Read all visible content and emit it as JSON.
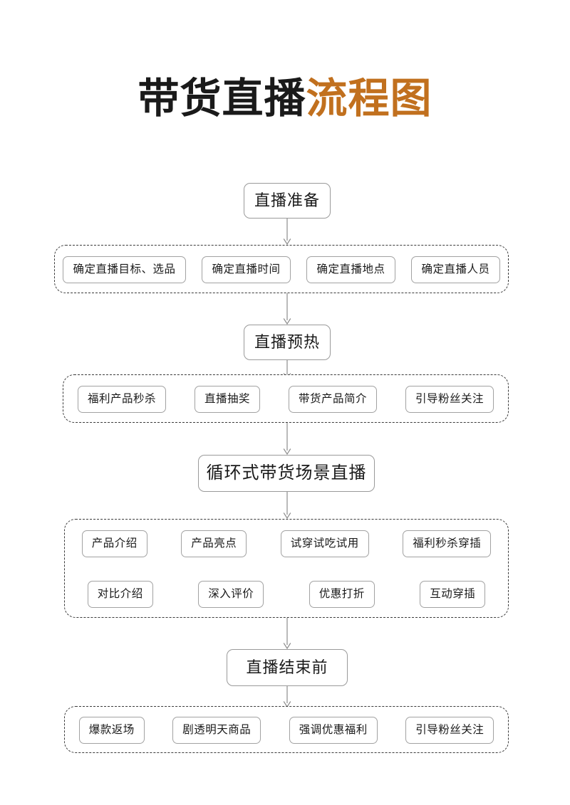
{
  "title": {
    "text_dark": "带货直播",
    "text_accent": "流程图",
    "accent_color": "#c1701e",
    "full": "带货直播流程图"
  },
  "theme": {
    "background": "#ffffff",
    "text_color": "#1a1a1a",
    "node_border": "#9a9a9a",
    "item_border": "#a2a2a2",
    "group_border": "#3a3a3a",
    "connector_color": "#8c8c8c"
  },
  "flow": {
    "stages": [
      {
        "id": "prep",
        "label": "直播准备"
      },
      {
        "id": "warmup",
        "label": "直播预热"
      },
      {
        "id": "looping",
        "label": "循环式带货场景直播"
      },
      {
        "id": "ending",
        "label": "直播结束前"
      }
    ],
    "groups": [
      {
        "id": "prep-group",
        "rows": [
          [
            "确定直播目标、选品",
            "确定直播时间",
            "确定直播地点",
            "确定直播人员"
          ]
        ]
      },
      {
        "id": "warmup-group",
        "rows": [
          [
            "福利产品秒杀",
            "直播抽奖",
            "带货产品简介",
            "引导粉丝关注"
          ]
        ]
      },
      {
        "id": "looping-group",
        "rows": [
          [
            "产品介绍",
            "产品亮点",
            "试穿试吃试用",
            "福利秒杀穿插"
          ],
          [
            "对比介绍",
            "深入评价",
            "优惠打折",
            "互动穿插"
          ]
        ]
      },
      {
        "id": "ending-group",
        "rows": [
          [
            "爆款返场",
            "剧透明天商品",
            "强调优惠福利",
            "引导粉丝关注"
          ]
        ]
      }
    ],
    "connectors": [
      {
        "from": "prep",
        "to": "prep-group"
      },
      {
        "from": "prep-group",
        "to": "warmup"
      },
      {
        "from": "warmup",
        "to": "warmup-group"
      },
      {
        "from": "warmup-group",
        "to": "looping"
      },
      {
        "from": "looping",
        "to": "looping-group"
      },
      {
        "from": "looping-group",
        "to": "ending"
      },
      {
        "from": "ending",
        "to": "ending-group"
      }
    ]
  }
}
